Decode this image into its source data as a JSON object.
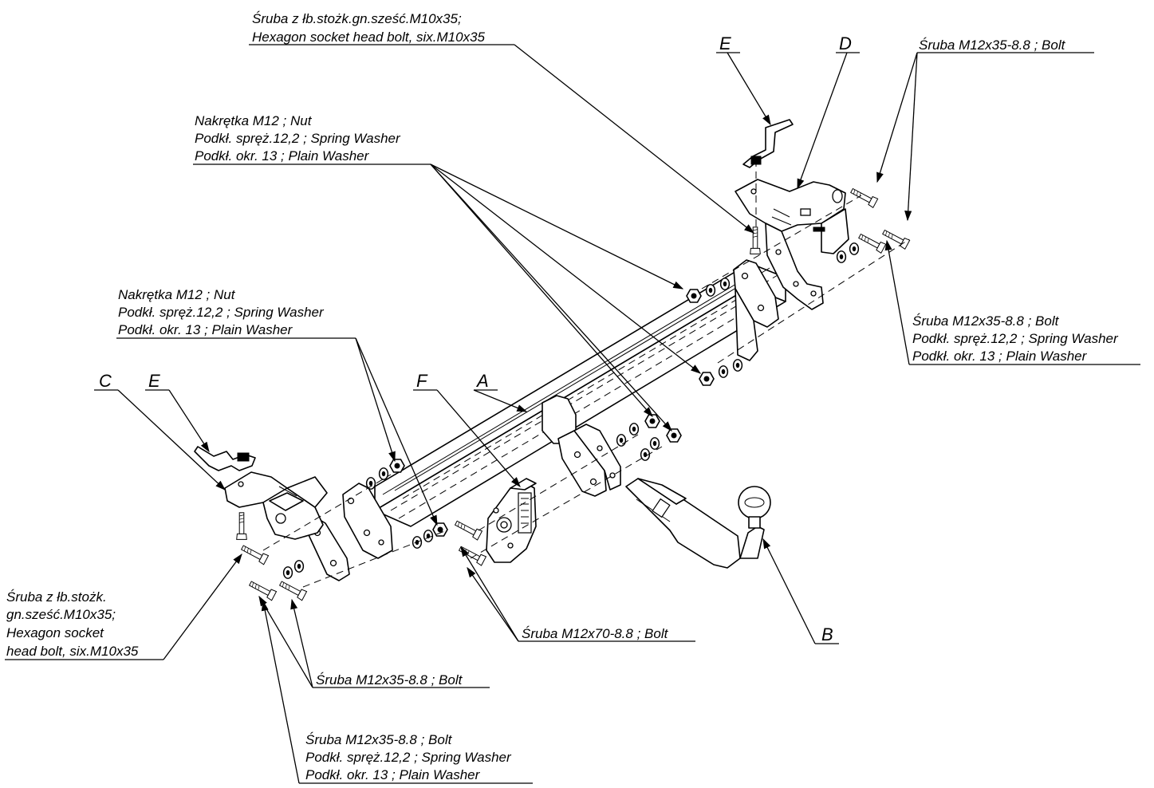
{
  "labels": {
    "top_bolt_m10": [
      "Śruba z łb.stożk.gn.sześć.M10x35;",
      "Hexagon socket head bolt, six.M10x35"
    ],
    "right_top_bolt": [
      "Śruba M12x35-8.8 ;  Bolt"
    ],
    "top_nut_group": [
      "Nakrętka  M12 ; Nut",
      "Podkł. spręż.12,2 ; Spring Washer",
      "Podkł. okr. 13 ; Plain Washer"
    ],
    "mid_nut_group": [
      "Nakrętka  M12 ; Nut",
      "Podkł. spręż.12,2 ; Spring Washer",
      "Podkł. okr. 13 ; Plain Washer"
    ],
    "right_bolt_group": [
      "Śruba M12x35-8.8 ;  Bolt",
      "Podkł. spręż.12,2 ; Spring Washer",
      "Podkł. okr. 13 ; Plain Washer"
    ],
    "left_bolt_m10": [
      "Śruba z łb.stożk.",
      "gn.sześć.M10x35;",
      "Hexagon socket",
      "head bolt, six.M10x35"
    ],
    "bottom_bolt_m12x70": [
      "Śruba M12x70-8.8 ;  Bolt"
    ],
    "bottom_bolt_m12x35": [
      "Śruba M12x35-8.8 ;  Bolt"
    ],
    "bottom_bolt_group": [
      "Śruba M12x35-8.8 ;  Bolt",
      "Podkł. spręż.12,2 ; Spring Washer",
      "Podkł. okr. 13 ; Plain Washer"
    ]
  },
  "letters": {
    "a": "A",
    "b": "B",
    "c": "C",
    "d": "D",
    "e_top": "E",
    "e_left": "E",
    "f": "F"
  },
  "colors": {
    "ink": "#000000",
    "paper": "#ffffff"
  }
}
